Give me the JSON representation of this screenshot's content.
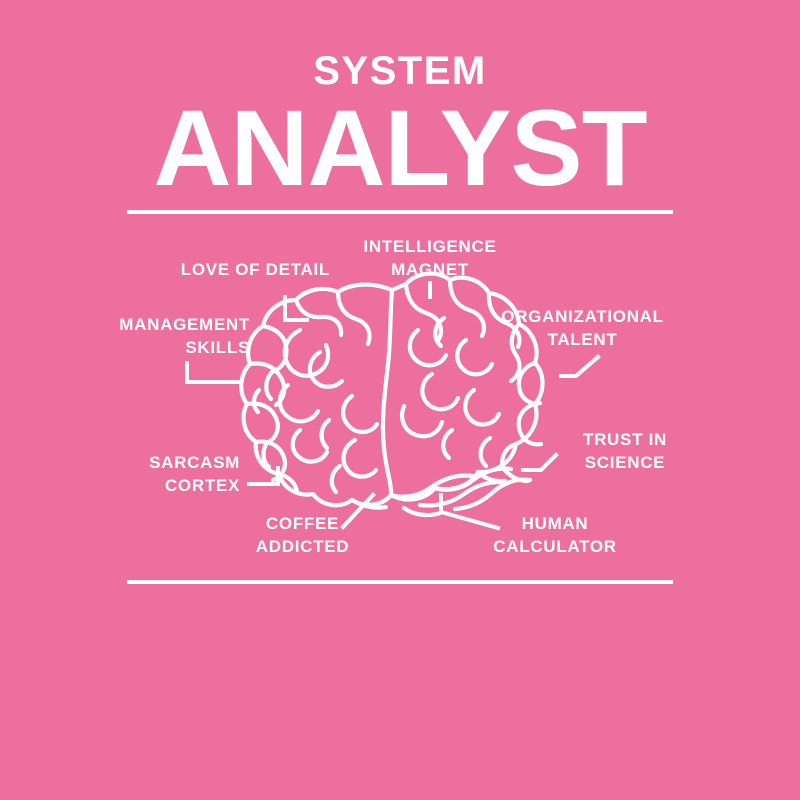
{
  "poster": {
    "background_color": "#ec6f9e",
    "ink_color": "#ffffff",
    "subtitle": "SYSTEM",
    "title": "ANALYST"
  },
  "diagram": {
    "subject": "brain-illustration",
    "callouts": [
      {
        "id": "love-of-detail",
        "text": "LOVE OF DETAIL",
        "align": "right",
        "connector": "elbow-down-right"
      },
      {
        "id": "management-skills",
        "text": "MANAGEMENT\nSKILLS",
        "align": "right",
        "connector": "elbow-down-right"
      },
      {
        "id": "intelligence-magnet",
        "text": "INTELLIGENCE\nMAGNET",
        "align": "center",
        "connector": "tick-down"
      },
      {
        "id": "organizational-talent",
        "text": "ORGANIZATIONAL\nTALENT",
        "align": "center",
        "connector": "elbow-left-diagonal"
      },
      {
        "id": "trust-in-science",
        "text": "TRUST IN\nSCIENCE",
        "align": "center",
        "connector": "elbow-left-diagonal"
      },
      {
        "id": "sarcasm-cortex",
        "text": "SARCASM\nCORTEX",
        "align": "right",
        "connector": "elbow-right-up"
      },
      {
        "id": "coffee-addicted",
        "text": "COFFEE\nADDICTED",
        "align": "center",
        "connector": "diagonal-up-right"
      },
      {
        "id": "human-calculator",
        "text": "HUMAN\nCALCULATOR",
        "align": "center",
        "connector": "elbow-up-diagonal"
      }
    ]
  }
}
